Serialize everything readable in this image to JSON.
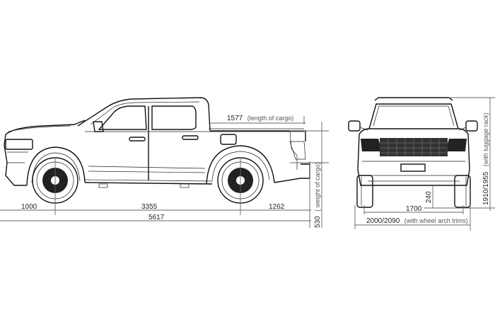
{
  "drawing": {
    "type": "vehicle dimension drawing",
    "views": [
      "side-view",
      "front-view"
    ]
  },
  "side_view": {
    "front_overhang": {
      "value": "1000"
    },
    "wheelbase": {
      "value": "3355"
    },
    "rear_overhang": {
      "value": "1262"
    },
    "overall_length": {
      "value": "5617"
    },
    "cargo_length": {
      "value": "1577",
      "note": "(length of cargo)"
    },
    "cargo_height": {
      "value": "530",
      "note": "( weight of cargo)"
    }
  },
  "front_view": {
    "overall_height": {
      "value": "1910/1955",
      "note": "(with luggage rack)"
    },
    "ground_clearance": {
      "value": "240"
    },
    "track_width": {
      "value": "1700"
    },
    "overall_width": {
      "value": "2000/2090",
      "note": "(with wheel arch trims)"
    }
  },
  "colors": {
    "line": "#111111",
    "dimension_line": "#666666",
    "background": "#ffffff"
  }
}
